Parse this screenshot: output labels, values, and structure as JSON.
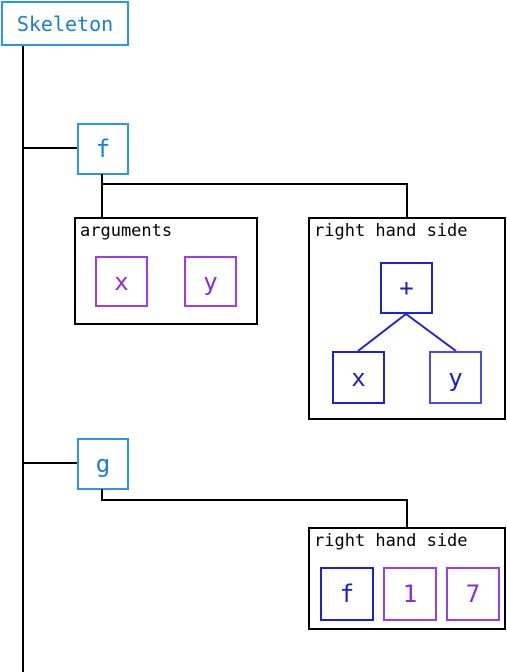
{
  "root": {
    "label": "Skeleton"
  },
  "nodes": [
    {
      "name": "f",
      "arguments": {
        "label": "arguments",
        "items": [
          "x",
          "y"
        ]
      },
      "rhs": {
        "label": "right hand side",
        "op": "+",
        "operands": [
          "x",
          "y"
        ]
      }
    },
    {
      "name": "g",
      "rhs": {
        "label": "right hand side",
        "items": [
          "f",
          "1",
          "7"
        ]
      }
    }
  ],
  "colors": {
    "skeleton_border": "#2f93e8",
    "argument_border": "#9b3de8",
    "expr_border": "#1f1fd8",
    "line": "#000000"
  }
}
